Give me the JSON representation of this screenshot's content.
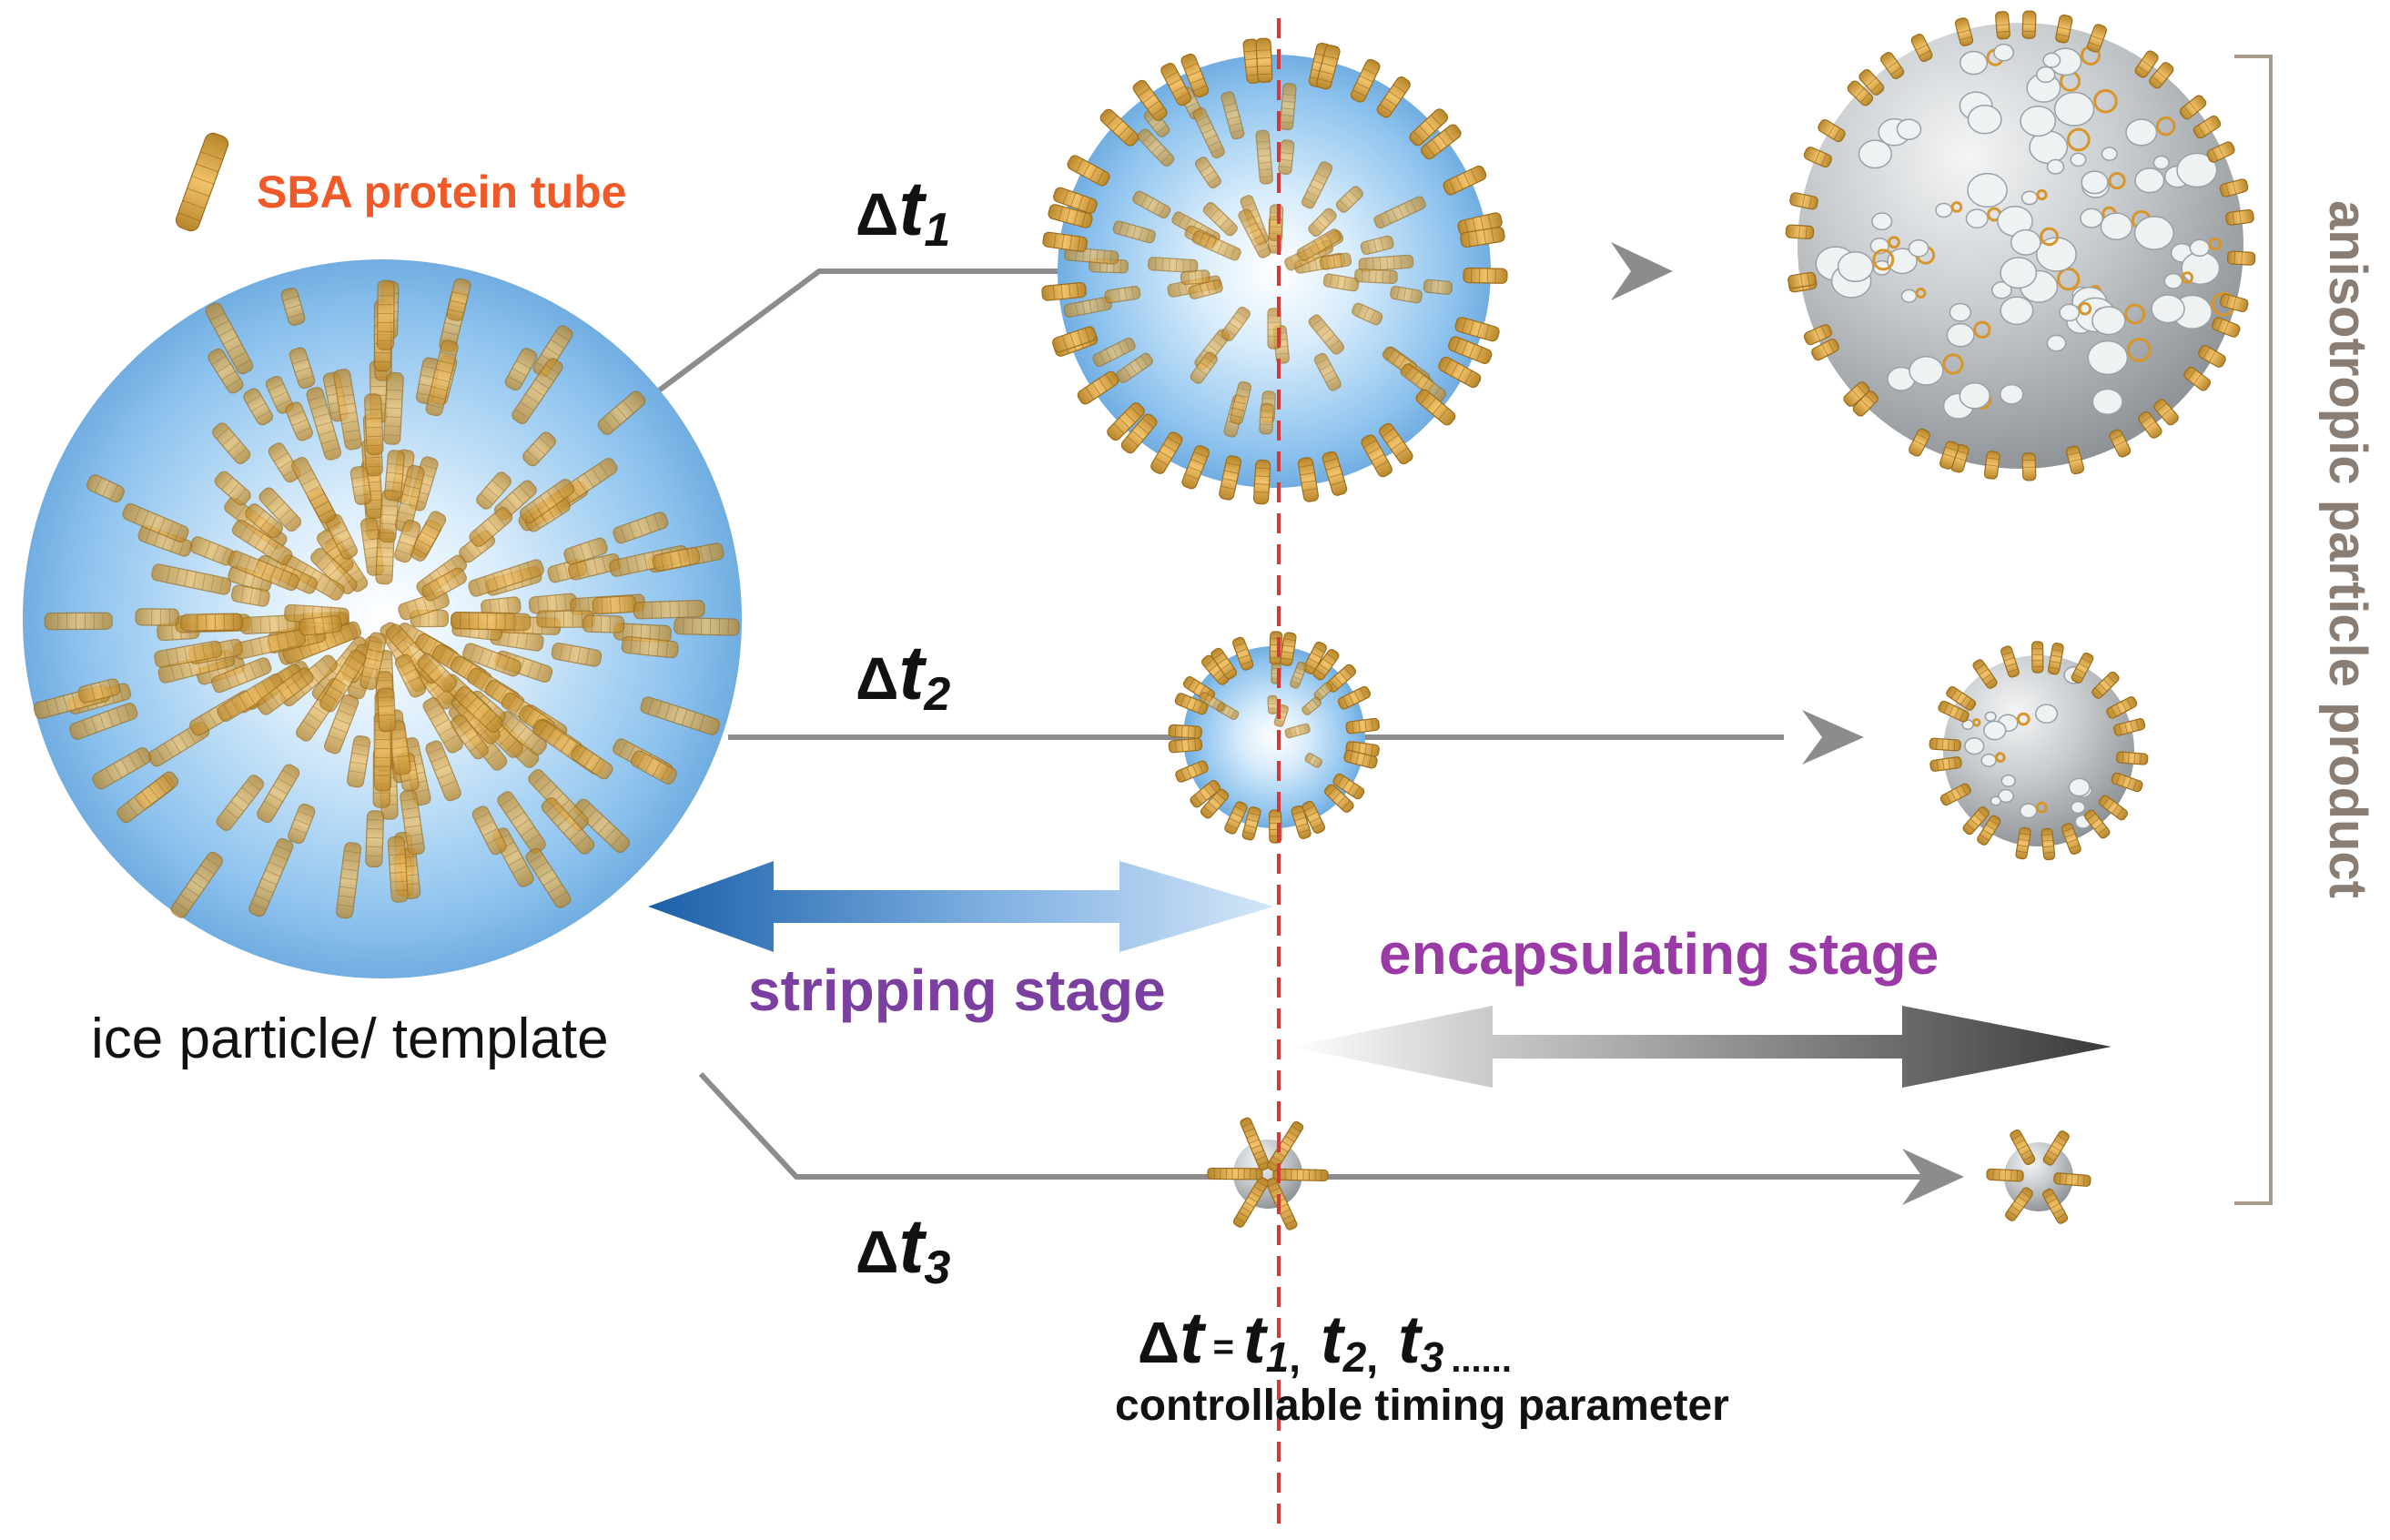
{
  "legend": {
    "label": "SBA protein tube",
    "icon": "protein-tube-icon"
  },
  "template_label": "ice particle/ template",
  "delta_symbol": "Δ",
  "paths": [
    {
      "t_letter": "t",
      "subscript": "1"
    },
    {
      "t_letter": "t",
      "subscript": "2"
    },
    {
      "t_letter": "t",
      "subscript": "3"
    }
  ],
  "stages": {
    "stripping": "stripping stage",
    "encapsulating": "encapsulating stage"
  },
  "product_label": "anisotropic particle product",
  "formula": {
    "delta": "Δ",
    "t": "t",
    "equals": "=",
    "t1": "t",
    "s1": "1",
    "c1": ",",
    "t2": "t",
    "s2": "2",
    "c2": ",",
    "t3": "t",
    "s3": "3",
    "dots": "......"
  },
  "caption": "controllable timing parameter",
  "colors": {
    "legend_text": "#f05a28",
    "stage_text": "#7b3fa0",
    "dashed_line": "#d23a3a",
    "connector": "#8c8c8c",
    "tube": "#e6a43a",
    "bracket": "#a89a8c",
    "ice_blue": "#9fcdf0",
    "product_grey": "#c2c6c8"
  }
}
